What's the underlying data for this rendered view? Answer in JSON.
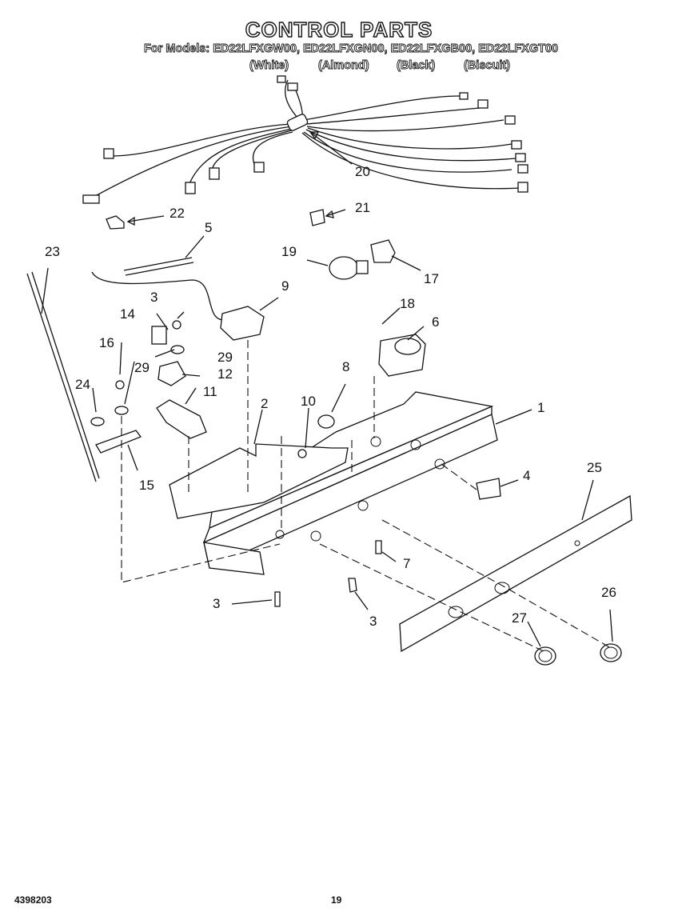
{
  "header": {
    "title": "CONTROL PARTS",
    "models": "For Models: ED22LFXGW00, ED22LFXGN00, ED22LFXGB00, ED22LFXGT00",
    "variants": [
      "(White)",
      "(Almond)",
      "(Black)",
      "(Biscuit)"
    ]
  },
  "callouts": {
    "c1": "1",
    "c2": "2",
    "c3a": "3",
    "c3b": "3",
    "c3c": "3",
    "c4": "4",
    "c5": "5",
    "c6": "6",
    "c7": "7",
    "c8": "8",
    "c9": "9",
    "c10": "10",
    "c11": "11",
    "c12": "12",
    "c14": "14",
    "c15": "15",
    "c16": "16",
    "c17": "17",
    "c18": "18",
    "c19": "19",
    "c20": "20",
    "c21": "21",
    "c22": "22",
    "c23": "23",
    "c24": "24",
    "c25": "25",
    "c26": "26",
    "c27": "27",
    "c29a": "29",
    "c29b": "29"
  },
  "footer": {
    "doc_number": "4398203",
    "page_number": "19"
  }
}
